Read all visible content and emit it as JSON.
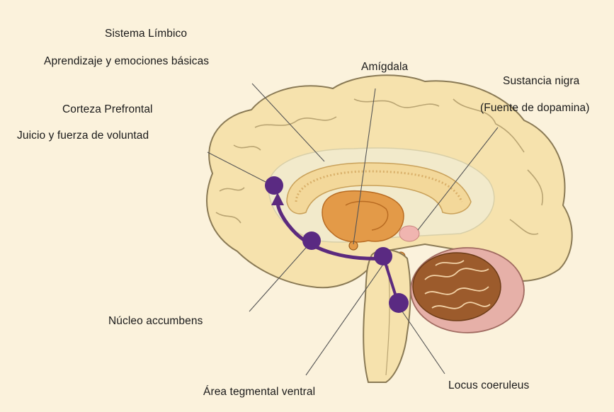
{
  "labels": {
    "limbic_title": "Sistema Límbico",
    "limbic_desc": "Aprendizaje y emociones básicas",
    "prefrontal_title": "Corteza Prefrontal",
    "prefrontal_desc": "Juicio y fuerza de voluntad",
    "amygdala": "Amígdala",
    "nigra_title": "Sustancia nigra",
    "nigra_desc": "(Fuente de dopamina)",
    "accumbens": "Núcleo accumbens",
    "vta": "Área tegmental ventral",
    "coeruleus": "Locus coeruleus"
  },
  "colors": {
    "background": "#fbf2dc",
    "brain_fill": "#f6e2ad",
    "brain_outline": "#8a7a55",
    "limbic_fill": "#f2eacb",
    "pathway": "#5c2a7e",
    "node": "#5a2a82",
    "amygdala": "#e39a48",
    "cerebellum": "#9c5b2c",
    "cerebellum_outer": "#e6b0a8"
  },
  "icons": {
    "nodes": "circle",
    "pathway_arrow": "arrowhead"
  }
}
